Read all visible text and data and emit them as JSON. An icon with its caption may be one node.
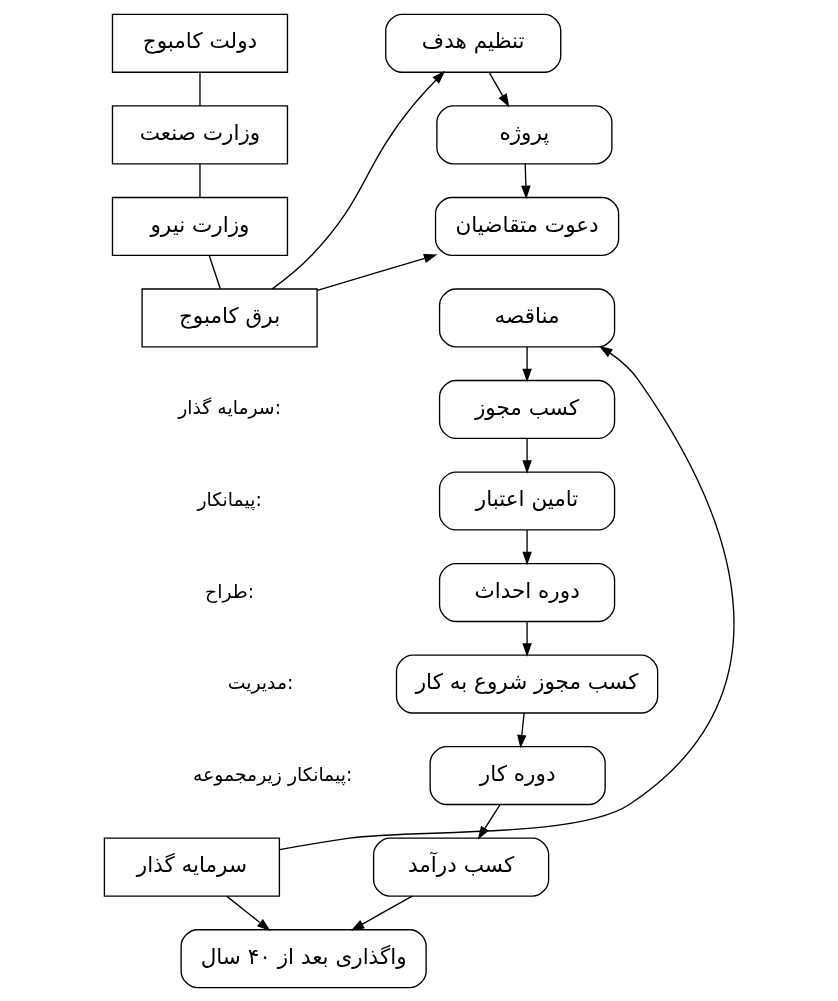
{
  "diagram": {
    "nodes": [
      {
        "text": [
          "دولت کامبوج"
        ]
      },
      {
        "text": [
          "وزارت صنعت"
        ]
      },
      {
        "text": [
          "وزارت نیرو"
        ]
      },
      {
        "text": [
          "برق کامبوج"
        ]
      },
      {
        "text": [
          "تنظیم هدف"
        ]
      },
      {
        "text": [
          "پروژه"
        ]
      },
      {
        "text": [
          "دعوت متقاضیان"
        ]
      },
      {
        "text": [
          "مناقصه"
        ]
      },
      {
        "text": [
          "کسب مجوز"
        ]
      },
      {
        "text": [
          "تامین اعتبار"
        ]
      },
      {
        "text": [
          "دوره احداث"
        ]
      },
      {
        "text": [
          "کسب مجوز شروع به کار"
        ]
      },
      {
        "text": [
          "دوره کار"
        ]
      },
      {
        "text": [
          "کسب درآمد"
        ]
      },
      {
        "text": [
          "واگذاری بعد از ۴۰ سال"
        ]
      },
      {
        "text": [
          "سرمایه گذار"
        ]
      }
    ],
    "edges": [
      {
        "from": 0,
        "to": 1,
        "arrow": "none"
      },
      {
        "from": 1,
        "to": 2,
        "arrow": "none"
      },
      {
        "from": 2,
        "to": 3,
        "arrow": "none"
      },
      {
        "from": 3,
        "to": 4,
        "arrow": "to"
      },
      {
        "from": 3,
        "to": 6,
        "arrow": "to"
      },
      {
        "from": 4,
        "to": 5,
        "arrow": "to"
      },
      {
        "from": 5,
        "to": 6,
        "arrow": "to"
      },
      {
        "from": 7,
        "to": 8,
        "arrow": "to"
      },
      {
        "from": 8,
        "to": 9,
        "arrow": "to"
      },
      {
        "from": 9,
        "to": 10,
        "arrow": "to"
      },
      {
        "from": 10,
        "to": 11,
        "arrow": "to"
      },
      {
        "from": 11,
        "to": 12,
        "arrow": "to"
      },
      {
        "from": 12,
        "to": 13,
        "arrow": "to"
      },
      {
        "from": 13,
        "to": 14,
        "arrow": "to"
      },
      {
        "from": 15,
        "to": 7,
        "arrow": "to"
      },
      {
        "from": 15,
        "to": 14,
        "arrow": "to"
      }
    ],
    "labels": [
      "سرمایه گذار:",
      "پیمانکار:",
      "طراح:",
      "مدیریت:",
      "پیمانکار زیرمجموعه:"
    ]
  }
}
